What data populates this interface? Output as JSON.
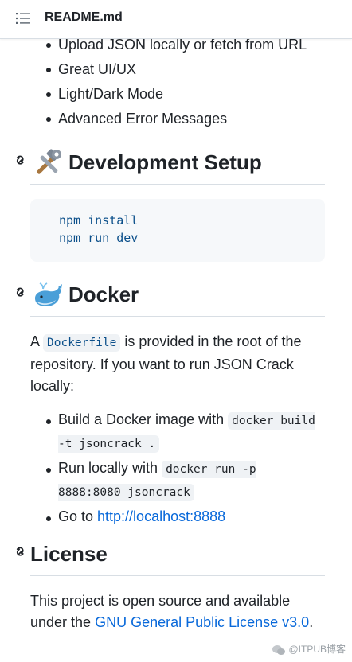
{
  "header": {
    "title": "README.md"
  },
  "features": {
    "items": [
      "Upload JSON locally or fetch from URL",
      "Great UI/UX",
      "Light/Dark Mode",
      "Advanced Error Messages"
    ]
  },
  "dev_setup": {
    "heading": "Development Setup",
    "emoji_icon": "hammer-and-wrench-icon",
    "code": [
      "npm install",
      "npm run dev"
    ]
  },
  "docker": {
    "heading": "Docker",
    "emoji_icon": "whale-icon",
    "para": {
      "prefix": "A ",
      "code": "Dockerfile",
      "suffix": " is provided in the root of the repository. If you want to run JSON Crack locally:"
    },
    "steps": [
      {
        "text": "Build a Docker image with ",
        "code": "docker build -t jsoncrack ."
      },
      {
        "text": "Run locally with ",
        "code": "docker run -p 8888:8080 jsoncrack"
      },
      {
        "text": "Go to ",
        "link": "http://localhost:8888"
      }
    ]
  },
  "license": {
    "heading": "License",
    "para_prefix": "This project is open source and available under the ",
    "link": "GNU General Public License v3.0",
    "para_suffix": "."
  },
  "watermark": {
    "text": "@ITPUB博客"
  },
  "colors": {
    "link": "#0969da",
    "code_blue": "#0b4f8a",
    "code_bg": "#f6f8fa",
    "border": "#d8dee4"
  }
}
